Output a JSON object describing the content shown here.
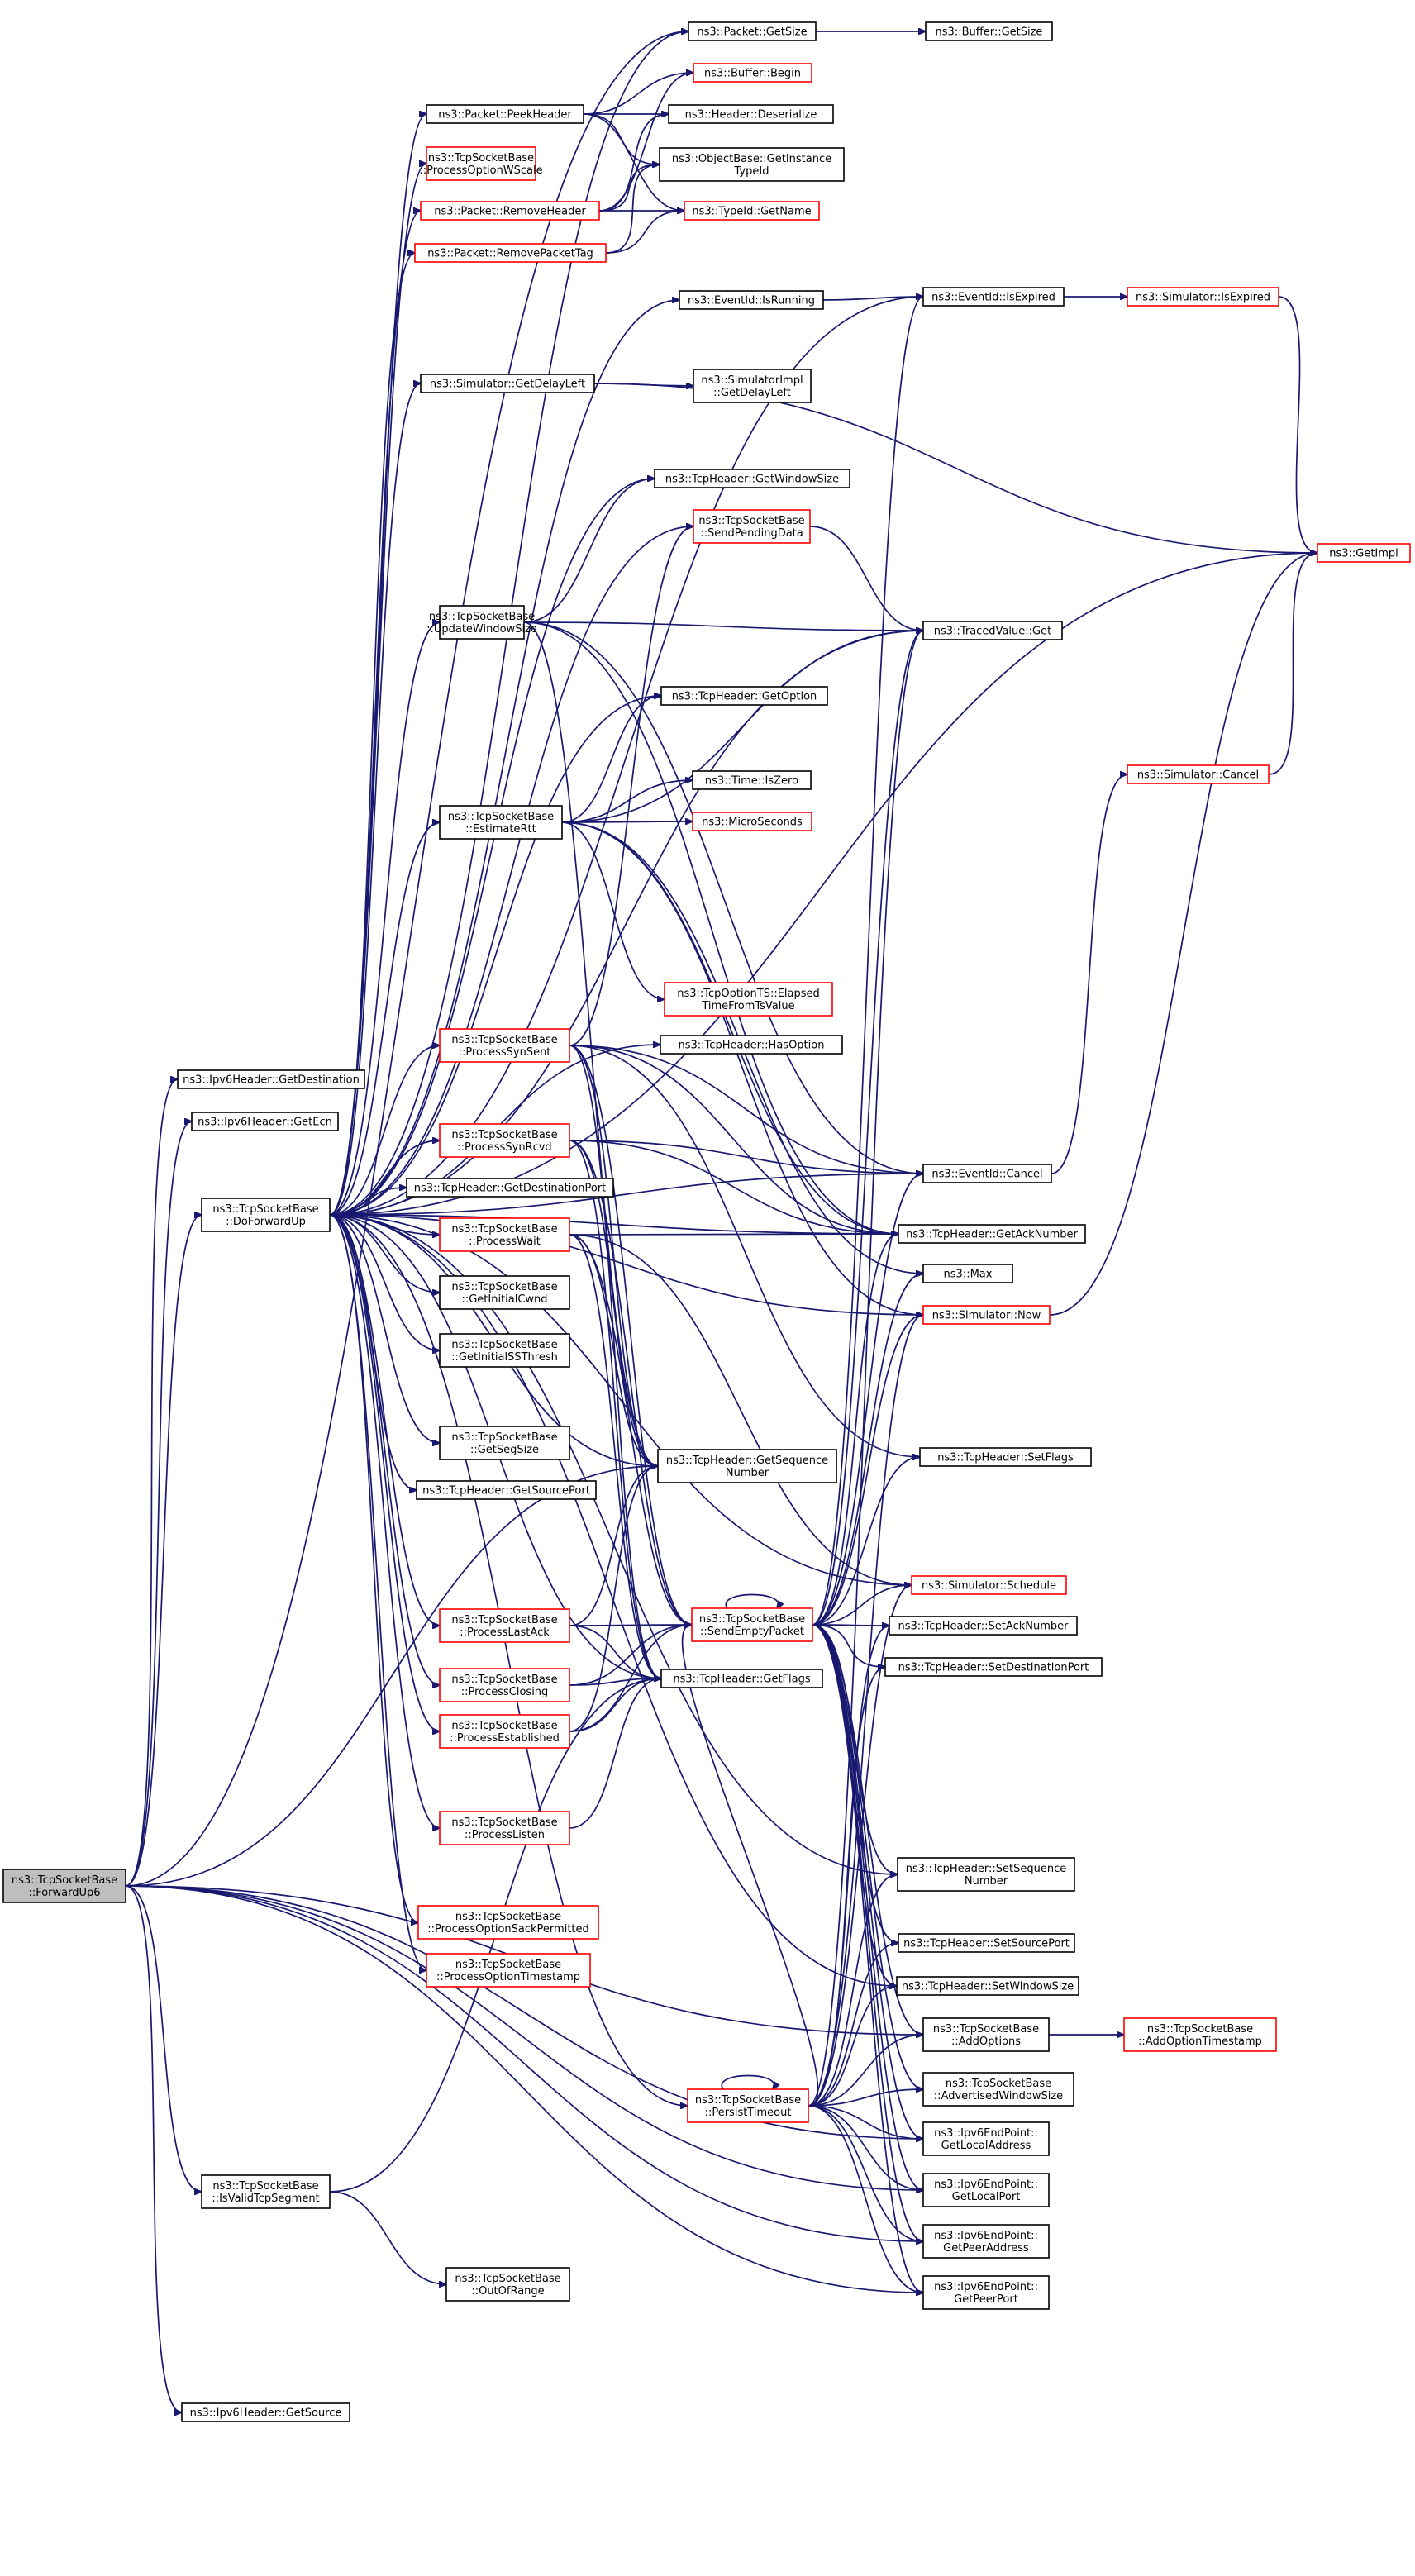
{
  "colors": {
    "edge": "#191970",
    "node_border_plain": "#000000",
    "node_border_linked": "#ff0000",
    "root_fill": "#bfbfbf",
    "node_fill": "#ffffff"
  },
  "nodes": {
    "root": {
      "lines": [
        "ns3::TcpSocketBase",
        "::ForwardUp6"
      ],
      "style": "root"
    },
    "getDestination": {
      "lines": [
        "ns3::Ipv6Header::GetDestination"
      ],
      "style": "plain"
    },
    "getEcn": {
      "lines": [
        "ns3::Ipv6Header::GetEcn"
      ],
      "style": "plain"
    },
    "doForwardUp": {
      "lines": [
        "ns3::TcpSocketBase",
        "::DoForwardUp"
      ],
      "style": "plain"
    },
    "isValidTcpSegment": {
      "lines": [
        "ns3::TcpSocketBase",
        "::IsValidTcpSegment"
      ],
      "style": "plain"
    },
    "getSource": {
      "lines": [
        "ns3::Ipv6Header::GetSource"
      ],
      "style": "plain"
    },
    "packetPeekHeader": {
      "lines": [
        "ns3::Packet::PeekHeader"
      ],
      "style": "plain"
    },
    "processOptionWScale": {
      "lines": [
        "ns3::TcpSocketBase",
        "::ProcessOptionWScale"
      ],
      "style": "linked"
    },
    "packetRemoveHeader": {
      "lines": [
        "ns3::Packet::RemoveHeader"
      ],
      "style": "linked"
    },
    "packetRemovePacketTag": {
      "lines": [
        "ns3::Packet::RemovePacketTag"
      ],
      "style": "linked"
    },
    "simGetDelayLeft": {
      "lines": [
        "ns3::Simulator::GetDelayLeft"
      ],
      "style": "plain"
    },
    "updateWindowSize": {
      "lines": [
        "ns3::TcpSocketBase",
        "::UpdateWindowSize"
      ],
      "style": "plain"
    },
    "estimateRtt": {
      "lines": [
        "ns3::TcpSocketBase",
        "::EstimateRtt"
      ],
      "style": "plain"
    },
    "processSynSent": {
      "lines": [
        "ns3::TcpSocketBase",
        "::ProcessSynSent"
      ],
      "style": "linked"
    },
    "processSynRcvd": {
      "lines": [
        "ns3::TcpSocketBase",
        "::ProcessSynRcvd"
      ],
      "style": "linked"
    },
    "getDestinationPort": {
      "lines": [
        "ns3::TcpHeader::GetDestinationPort"
      ],
      "style": "plain"
    },
    "processWait": {
      "lines": [
        "ns3::TcpSocketBase",
        "::ProcessWait"
      ],
      "style": "linked"
    },
    "getInitialCwnd": {
      "lines": [
        "ns3::TcpSocketBase",
        "::GetInitialCwnd"
      ],
      "style": "plain"
    },
    "getInitialSSThresh": {
      "lines": [
        "ns3::TcpSocketBase",
        "::GetInitialSSThresh"
      ],
      "style": "plain"
    },
    "getSegSize": {
      "lines": [
        "ns3::TcpSocketBase",
        "::GetSegSize"
      ],
      "style": "plain"
    },
    "getSourcePort": {
      "lines": [
        "ns3::TcpHeader::GetSourcePort"
      ],
      "style": "plain"
    },
    "processLastAck": {
      "lines": [
        "ns3::TcpSocketBase",
        "::ProcessLastAck"
      ],
      "style": "linked"
    },
    "processClosing": {
      "lines": [
        "ns3::TcpSocketBase",
        "::ProcessClosing"
      ],
      "style": "linked"
    },
    "processEstablished": {
      "lines": [
        "ns3::TcpSocketBase",
        "::ProcessEstablished"
      ],
      "style": "linked"
    },
    "processListen": {
      "lines": [
        "ns3::TcpSocketBase",
        "::ProcessListen"
      ],
      "style": "linked"
    },
    "processOptionSackPermitted": {
      "lines": [
        "ns3::TcpSocketBase",
        "::ProcessOptionSackPermitted"
      ],
      "style": "linked"
    },
    "processOptionTimestamp": {
      "lines": [
        "ns3::TcpSocketBase",
        "::ProcessOptionTimestamp"
      ],
      "style": "linked"
    },
    "outOfRange": {
      "lines": [
        "ns3::TcpSocketBase",
        "::OutOfRange"
      ],
      "style": "plain"
    },
    "packetGetSize": {
      "lines": [
        "ns3::Packet::GetSize"
      ],
      "style": "plain"
    },
    "bufferBegin": {
      "lines": [
        "ns3::Buffer::Begin"
      ],
      "style": "linked"
    },
    "headerDeserialize": {
      "lines": [
        "ns3::Header::Deserialize"
      ],
      "style": "plain"
    },
    "objGetInstanceTypeId": {
      "lines": [
        "ns3::ObjectBase::GetInstance",
        "TypeId"
      ],
      "style": "plain"
    },
    "typeIdGetName": {
      "lines": [
        "ns3::TypeId::GetName"
      ],
      "style": "linked"
    },
    "eventIdIsRunning": {
      "lines": [
        "ns3::EventId::IsRunning"
      ],
      "style": "plain"
    },
    "simImplGetDelayLeft": {
      "lines": [
        "ns3::SimulatorImpl",
        "::GetDelayLeft"
      ],
      "style": "plain"
    },
    "getWindowSize": {
      "lines": [
        "ns3::TcpHeader::GetWindowSize"
      ],
      "style": "plain"
    },
    "sendPendingData": {
      "lines": [
        "ns3::TcpSocketBase",
        "::SendPendingData"
      ],
      "style": "linked"
    },
    "getOption": {
      "lines": [
        "ns3::TcpHeader::GetOption"
      ],
      "style": "plain"
    },
    "timeIsZero": {
      "lines": [
        "ns3::Time::IsZero"
      ],
      "style": "plain"
    },
    "microSeconds": {
      "lines": [
        "ns3::MicroSeconds"
      ],
      "style": "linked"
    },
    "elapsedTimeFromTsValue": {
      "lines": [
        "ns3::TcpOptionTS::Elapsed",
        "TimeFromTsValue"
      ],
      "style": "linked"
    },
    "hasOption": {
      "lines": [
        "ns3::TcpHeader::HasOption"
      ],
      "style": "plain"
    },
    "getSequenceNumber": {
      "lines": [
        "ns3::TcpHeader::GetSequence",
        "Number"
      ],
      "style": "plain"
    },
    "sendEmptyPacket": {
      "lines": [
        "ns3::TcpSocketBase",
        "::SendEmptyPacket"
      ],
      "style": "linked"
    },
    "getFlags": {
      "lines": [
        "ns3::TcpHeader::GetFlags"
      ],
      "style": "plain"
    },
    "persistTimeout": {
      "lines": [
        "ns3::TcpSocketBase",
        "::PersistTimeout"
      ],
      "style": "linked"
    },
    "bufferGetSize": {
      "lines": [
        "ns3::Buffer::GetSize"
      ],
      "style": "plain"
    },
    "eventIdIsExpired": {
      "lines": [
        "ns3::EventId::IsExpired"
      ],
      "style": "plain"
    },
    "tracedValueGet": {
      "lines": [
        "ns3::TracedValue::Get"
      ],
      "style": "plain"
    },
    "eventIdCancel": {
      "lines": [
        "ns3::EventId::Cancel"
      ],
      "style": "plain"
    },
    "getAckNumber": {
      "lines": [
        "ns3::TcpHeader::GetAckNumber"
      ],
      "style": "plain"
    },
    "max": {
      "lines": [
        "ns3::Max"
      ],
      "style": "plain"
    },
    "simNow": {
      "lines": [
        "ns3::Simulator::Now"
      ],
      "style": "linked"
    },
    "setFlags": {
      "lines": [
        "ns3::TcpHeader::SetFlags"
      ],
      "style": "plain"
    },
    "simSchedule": {
      "lines": [
        "ns3::Simulator::Schedule"
      ],
      "style": "linked"
    },
    "setAckNumber": {
      "lines": [
        "ns3::TcpHeader::SetAckNumber"
      ],
      "style": "plain"
    },
    "setDestinationPort": {
      "lines": [
        "ns3::TcpHeader::SetDestinationPort"
      ],
      "style": "plain"
    },
    "setSequenceNumber": {
      "lines": [
        "ns3::TcpHeader::SetSequence",
        "Number"
      ],
      "style": "plain"
    },
    "setSourcePort": {
      "lines": [
        "ns3::TcpHeader::SetSourcePort"
      ],
      "style": "plain"
    },
    "setWindowSize": {
      "lines": [
        "ns3::TcpHeader::SetWindowSize"
      ],
      "style": "plain"
    },
    "addOptions": {
      "lines": [
        "ns3::TcpSocketBase",
        "::AddOptions"
      ],
      "style": "plain"
    },
    "advertisedWindowSize": {
      "lines": [
        "ns3::TcpSocketBase",
        "::AdvertisedWindowSize"
      ],
      "style": "plain"
    },
    "getLocalAddress": {
      "lines": [
        "ns3::Ipv6EndPoint::",
        "GetLocalAddress"
      ],
      "style": "plain"
    },
    "getLocalPort": {
      "lines": [
        "ns3::Ipv6EndPoint::",
        "GetLocalPort"
      ],
      "style": "plain"
    },
    "getPeerAddress": {
      "lines": [
        "ns3::Ipv6EndPoint::",
        "GetPeerAddress"
      ],
      "style": "plain"
    },
    "getPeerPort": {
      "lines": [
        "ns3::Ipv6EndPoint::",
        "GetPeerPort"
      ],
      "style": "plain"
    },
    "simIsExpired": {
      "lines": [
        "ns3::Simulator::IsExpired"
      ],
      "style": "linked"
    },
    "getImpl": {
      "lines": [
        "ns3::GetImpl"
      ],
      "style": "linked"
    },
    "simCancel": {
      "lines": [
        "ns3::Simulator::Cancel"
      ],
      "style": "linked"
    },
    "addOptionTimestamp": {
      "lines": [
        "ns3::TcpSocketBase",
        "::AddOptionTimestamp"
      ],
      "style": "linked"
    }
  },
  "edges": [
    [
      "root",
      "getDestination"
    ],
    [
      "root",
      "getEcn"
    ],
    [
      "root",
      "doForwardUp"
    ],
    [
      "root",
      "isValidTcpSegment"
    ],
    [
      "root",
      "getSource"
    ],
    [
      "root",
      "packetGetSize"
    ],
    [
      "root",
      "getSequenceNumber"
    ],
    [
      "root",
      "addOptions"
    ],
    [
      "root",
      "getLocalAddress"
    ],
    [
      "root",
      "getLocalPort"
    ],
    [
      "root",
      "getPeerAddress"
    ],
    [
      "root",
      "getPeerPort"
    ],
    [
      "doForwardUp",
      "packetPeekHeader"
    ],
    [
      "doForwardUp",
      "processOptionWScale"
    ],
    [
      "doForwardUp",
      "packetRemoveHeader"
    ],
    [
      "doForwardUp",
      "packetRemovePacketTag"
    ],
    [
      "doForwardUp",
      "simGetDelayLeft"
    ],
    [
      "doForwardUp",
      "updateWindowSize"
    ],
    [
      "doForwardUp",
      "estimateRtt"
    ],
    [
      "doForwardUp",
      "processSynSent"
    ],
    [
      "doForwardUp",
      "processSynRcvd"
    ],
    [
      "doForwardUp",
      "getDestinationPort"
    ],
    [
      "doForwardUp",
      "processWait"
    ],
    [
      "doForwardUp",
      "getInitialCwnd"
    ],
    [
      "doForwardUp",
      "getInitialSSThresh"
    ],
    [
      "doForwardUp",
      "getSegSize"
    ],
    [
      "doForwardUp",
      "getSourcePort"
    ],
    [
      "doForwardUp",
      "processLastAck"
    ],
    [
      "doForwardUp",
      "processClosing"
    ],
    [
      "doForwardUp",
      "processEstablished"
    ],
    [
      "doForwardUp",
      "processListen"
    ],
    [
      "doForwardUp",
      "processOptionSackPermitted"
    ],
    [
      "doForwardUp",
      "processOptionTimestamp"
    ],
    [
      "doForwardUp",
      "packetGetSize"
    ],
    [
      "doForwardUp",
      "eventIdIsRunning"
    ],
    [
      "doForwardUp",
      "eventIdIsExpired"
    ],
    [
      "doForwardUp",
      "getWindowSize"
    ],
    [
      "doForwardUp",
      "sendPendingData"
    ],
    [
      "doForwardUp",
      "tracedValueGet"
    ],
    [
      "doForwardUp",
      "getOption"
    ],
    [
      "doForwardUp",
      "hasOption"
    ],
    [
      "doForwardUp",
      "eventIdCancel"
    ],
    [
      "doForwardUp",
      "getAckNumber"
    ],
    [
      "doForwardUp",
      "getSequenceNumber"
    ],
    [
      "doForwardUp",
      "getFlags"
    ],
    [
      "doForwardUp",
      "setSequenceNumber"
    ],
    [
      "doForwardUp",
      "setWindowSize"
    ],
    [
      "doForwardUp",
      "persistTimeout"
    ],
    [
      "doForwardUp",
      "simNow"
    ],
    [
      "doForwardUp",
      "simSchedule"
    ],
    [
      "doForwardUp",
      "getImpl"
    ],
    [
      "isValidTcpSegment",
      "outOfRange"
    ],
    [
      "isValidTcpSegment",
      "getFlags"
    ],
    [
      "packetPeekHeader",
      "bufferBegin"
    ],
    [
      "packetPeekHeader",
      "headerDeserialize"
    ],
    [
      "packetPeekHeader",
      "objGetInstanceTypeId"
    ],
    [
      "packetPeekHeader",
      "typeIdGetName"
    ],
    [
      "packetRemoveHeader",
      "bufferBegin"
    ],
    [
      "packetRemoveHeader",
      "headerDeserialize"
    ],
    [
      "packetRemoveHeader",
      "objGetInstanceTypeId"
    ],
    [
      "packetRemoveHeader",
      "typeIdGetName"
    ],
    [
      "packetRemovePacketTag",
      "objGetInstanceTypeId"
    ],
    [
      "packetRemovePacketTag",
      "typeIdGetName"
    ],
    [
      "packetGetSize",
      "bufferGetSize"
    ],
    [
      "eventIdIsRunning",
      "eventIdIsExpired"
    ],
    [
      "eventIdIsExpired",
      "simIsExpired"
    ],
    [
      "simIsExpired",
      "getImpl"
    ],
    [
      "simGetDelayLeft",
      "simImplGetDelayLeft"
    ],
    [
      "simGetDelayLeft",
      "getImpl"
    ],
    [
      "updateWindowSize",
      "getWindowSize"
    ],
    [
      "updateWindowSize",
      "tracedValueGet"
    ],
    [
      "updateWindowSize",
      "eventIdCancel"
    ],
    [
      "updateWindowSize",
      "getSequenceNumber"
    ],
    [
      "updateWindowSize",
      "getAckNumber"
    ],
    [
      "sendPendingData",
      "tracedValueGet"
    ],
    [
      "estimateRtt",
      "getOption"
    ],
    [
      "estimateRtt",
      "timeIsZero"
    ],
    [
      "estimateRtt",
      "microSeconds"
    ],
    [
      "estimateRtt",
      "elapsedTimeFromTsValue"
    ],
    [
      "estimateRtt",
      "getAckNumber"
    ],
    [
      "estimateRtt",
      "simNow"
    ],
    [
      "estimateRtt",
      "tracedValueGet"
    ],
    [
      "estimateRtt",
      "max"
    ],
    [
      "processSynSent",
      "sendPendingData"
    ],
    [
      "processSynSent",
      "sendEmptyPacket"
    ],
    [
      "processSynSent",
      "eventIdCancel"
    ],
    [
      "processSynSent",
      "getAckNumber"
    ],
    [
      "processSynSent",
      "getSequenceNumber"
    ],
    [
      "processSynSent",
      "getFlags"
    ],
    [
      "processSynSent",
      "setFlags"
    ],
    [
      "processSynRcvd",
      "sendEmptyPacket"
    ],
    [
      "processSynRcvd",
      "getAckNumber"
    ],
    [
      "processSynRcvd",
      "getSequenceNumber"
    ],
    [
      "processSynRcvd",
      "eventIdCancel"
    ],
    [
      "processSynRcvd",
      "getFlags"
    ],
    [
      "processWait",
      "sendEmptyPacket"
    ],
    [
      "processWait",
      "getSequenceNumber"
    ],
    [
      "processWait",
      "simSchedule"
    ],
    [
      "processWait",
      "getFlags"
    ],
    [
      "processWait",
      "getAckNumber"
    ],
    [
      "processLastAck",
      "sendEmptyPacket"
    ],
    [
      "processLastAck",
      "getSequenceNumber"
    ],
    [
      "processLastAck",
      "getFlags"
    ],
    [
      "processClosing",
      "sendEmptyPacket"
    ],
    [
      "processClosing",
      "getFlags"
    ],
    [
      "processEstablished",
      "sendEmptyPacket"
    ],
    [
      "processEstablished",
      "getFlags"
    ],
    [
      "processEstablished",
      "getSequenceNumber"
    ],
    [
      "processListen",
      "getFlags"
    ],
    [
      "sendEmptyPacket",
      "sendEmptyPacket"
    ],
    [
      "sendEmptyPacket",
      "eventIdIsExpired"
    ],
    [
      "sendEmptyPacket",
      "tracedValueGet"
    ],
    [
      "sendEmptyPacket",
      "eventIdCancel"
    ],
    [
      "sendEmptyPacket",
      "getAckNumber"
    ],
    [
      "sendEmptyPacket",
      "max"
    ],
    [
      "sendEmptyPacket",
      "simNow"
    ],
    [
      "sendEmptyPacket",
      "setFlags"
    ],
    [
      "sendEmptyPacket",
      "simSchedule"
    ],
    [
      "sendEmptyPacket",
      "setAckNumber"
    ],
    [
      "sendEmptyPacket",
      "setDestinationPort"
    ],
    [
      "sendEmptyPacket",
      "setSequenceNumber"
    ],
    [
      "sendEmptyPacket",
      "setSourcePort"
    ],
    [
      "sendEmptyPacket",
      "setWindowSize"
    ],
    [
      "sendEmptyPacket",
      "addOptions"
    ],
    [
      "sendEmptyPacket",
      "advertisedWindowSize"
    ],
    [
      "sendEmptyPacket",
      "getLocalAddress"
    ],
    [
      "sendEmptyPacket",
      "getLocalPort"
    ],
    [
      "sendEmptyPacket",
      "getPeerAddress"
    ],
    [
      "sendEmptyPacket",
      "getPeerPort"
    ],
    [
      "persistTimeout",
      "persistTimeout"
    ],
    [
      "persistTimeout",
      "sendEmptyPacket"
    ],
    [
      "persistTimeout",
      "tracedValueGet"
    ],
    [
      "persistTimeout",
      "simNow"
    ],
    [
      "persistTimeout",
      "simSchedule"
    ],
    [
      "persistTimeout",
      "setAckNumber"
    ],
    [
      "persistTimeout",
      "setDestinationPort"
    ],
    [
      "persistTimeout",
      "setSequenceNumber"
    ],
    [
      "persistTimeout",
      "setSourcePort"
    ],
    [
      "persistTimeout",
      "setWindowSize"
    ],
    [
      "persistTimeout",
      "addOptions"
    ],
    [
      "persistTimeout",
      "advertisedWindowSize"
    ],
    [
      "persistTimeout",
      "getLocalAddress"
    ],
    [
      "persistTimeout",
      "getLocalPort"
    ],
    [
      "persistTimeout",
      "getPeerAddress"
    ],
    [
      "persistTimeout",
      "getPeerPort"
    ],
    [
      "eventIdCancel",
      "simCancel"
    ],
    [
      "simCancel",
      "getImpl"
    ],
    [
      "simNow",
      "getImpl"
    ],
    [
      "addOptions",
      "addOptionTimestamp"
    ]
  ]
}
